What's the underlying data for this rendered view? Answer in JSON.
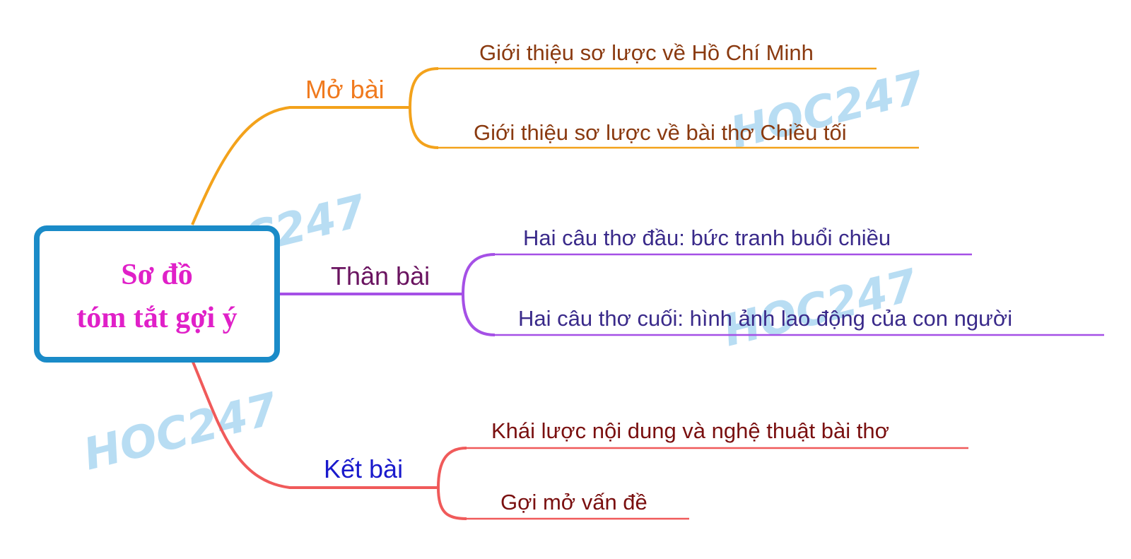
{
  "colors": {
    "center_border": "#1a8bc8",
    "center_text": "#e020c8",
    "branch1_line": "#f3a21b",
    "branch1_label": "#f07a1e",
    "branch1_leaf": "#8a3a10",
    "branch2_line": "#a550e6",
    "branch2_label": "#6a1460",
    "branch2_leaf": "#3a2a8a",
    "branch3_line": "#f05a5a",
    "branch3_label": "#1a1acc",
    "branch3_leaf": "#7a1010",
    "watermark": "#7fc3ea"
  },
  "center": {
    "line1": "Sơ đồ",
    "line2": "tóm tắt gợi ý"
  },
  "branches": [
    {
      "label": "Mở bài",
      "leaves": [
        "Giới thiệu sơ lược về Hồ Chí Minh",
        "Giới thiệu sơ lược về bài thơ Chiều tối"
      ]
    },
    {
      "label": "Thân bài",
      "leaves": [
        "Hai câu thơ đầu: bức tranh buổi chiều",
        "Hai câu thơ cuối: hình ảnh lao động của con người"
      ]
    },
    {
      "label": "Kết bài",
      "leaves": [
        "Khái lược nội dung và nghệ thuật bài thơ",
        "Gợi mở vấn đề"
      ]
    }
  ],
  "watermark": {
    "text": "HOC247"
  }
}
